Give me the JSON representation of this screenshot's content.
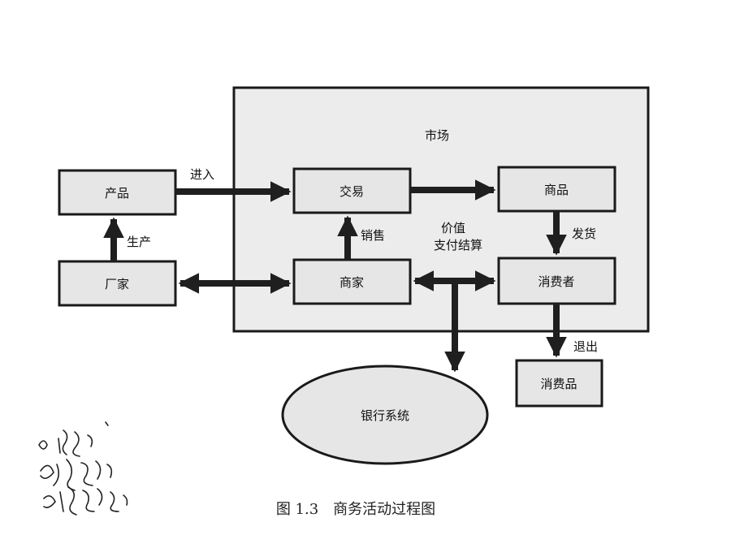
{
  "diagram": {
    "market_label": "市场",
    "nodes": {
      "product": "产品",
      "manufacturer": "厂家",
      "trade": "交易",
      "goods": "商品",
      "merchant": "商家",
      "consumer": "消费者",
      "consumables": "消费品",
      "bank": "银行系统"
    },
    "edges": {
      "enter": "进入",
      "produce": "生产",
      "sell": "销售",
      "value": "价值",
      "payment": "支付结算",
      "ship": "发货",
      "exit": "退出"
    },
    "caption": "图 1.3　商务活动过程图"
  },
  "colors": {
    "box_fill": "#e6e6e6",
    "market_fill": "#ececec",
    "stroke": "#1a1a1a",
    "arrow": "#1f1f1f"
  }
}
